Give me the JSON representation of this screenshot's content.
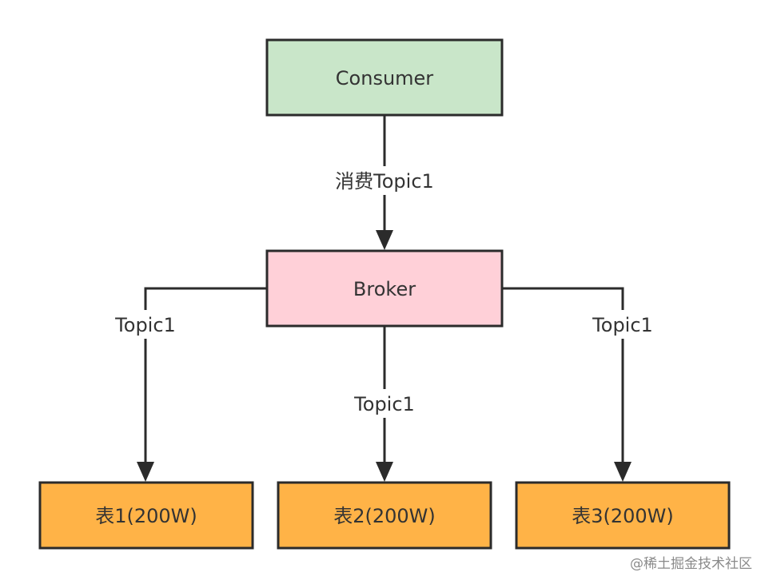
{
  "nodes": {
    "consumer": {
      "label": "Consumer",
      "fill": "#c9e6c9"
    },
    "broker": {
      "label": "Broker",
      "fill": "#ffd0d8"
    },
    "table1": {
      "label": "表1(200W)",
      "fill": "#ffb347"
    },
    "table2": {
      "label": "表2(200W)",
      "fill": "#ffb347"
    },
    "table3": {
      "label": "表3(200W)",
      "fill": "#ffb347"
    }
  },
  "edges": {
    "consume": {
      "label": "消费Topic1"
    },
    "to_table1": {
      "label": "Topic1"
    },
    "to_table2": {
      "label": "Topic1"
    },
    "to_table3": {
      "label": "Topic1"
    }
  },
  "stroke_color": "#2b2b2b",
  "watermark": "@稀土掘金技术社区"
}
